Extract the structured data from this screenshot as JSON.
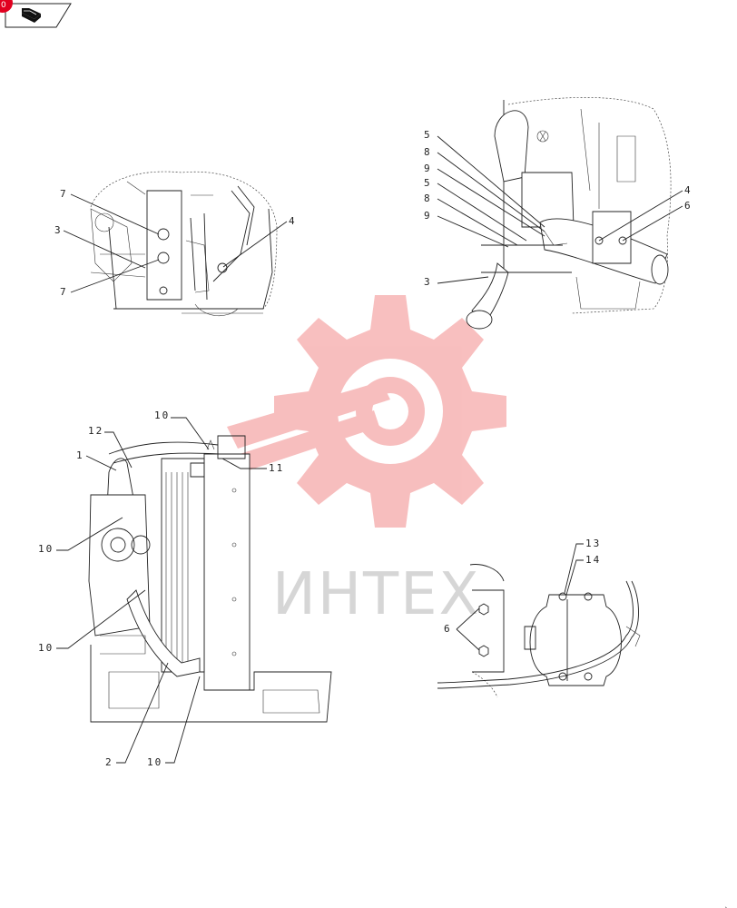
{
  "header": {
    "badge_color": "#e1001f",
    "nav_icon": "book-page-icon"
  },
  "watermark": {
    "text": "ИНТЕХ",
    "logo": "gear-wrench-logo",
    "color": "#f2a3a3"
  },
  "views": {
    "view_a": {
      "labels": [
        "7",
        "3",
        "7",
        "4"
      ]
    },
    "view_b": {
      "labels": [
        "5",
        "8",
        "9",
        "5",
        "8",
        "9",
        "3",
        "4",
        "6"
      ]
    },
    "view_c": {
      "labels": [
        "10",
        "12",
        "1",
        "11",
        "10",
        "10",
        "2",
        "10"
      ]
    },
    "view_d": {
      "labels": [
        "13",
        "14",
        "6"
      ]
    }
  },
  "footer": {
    "corner_mark": "ˎ"
  }
}
